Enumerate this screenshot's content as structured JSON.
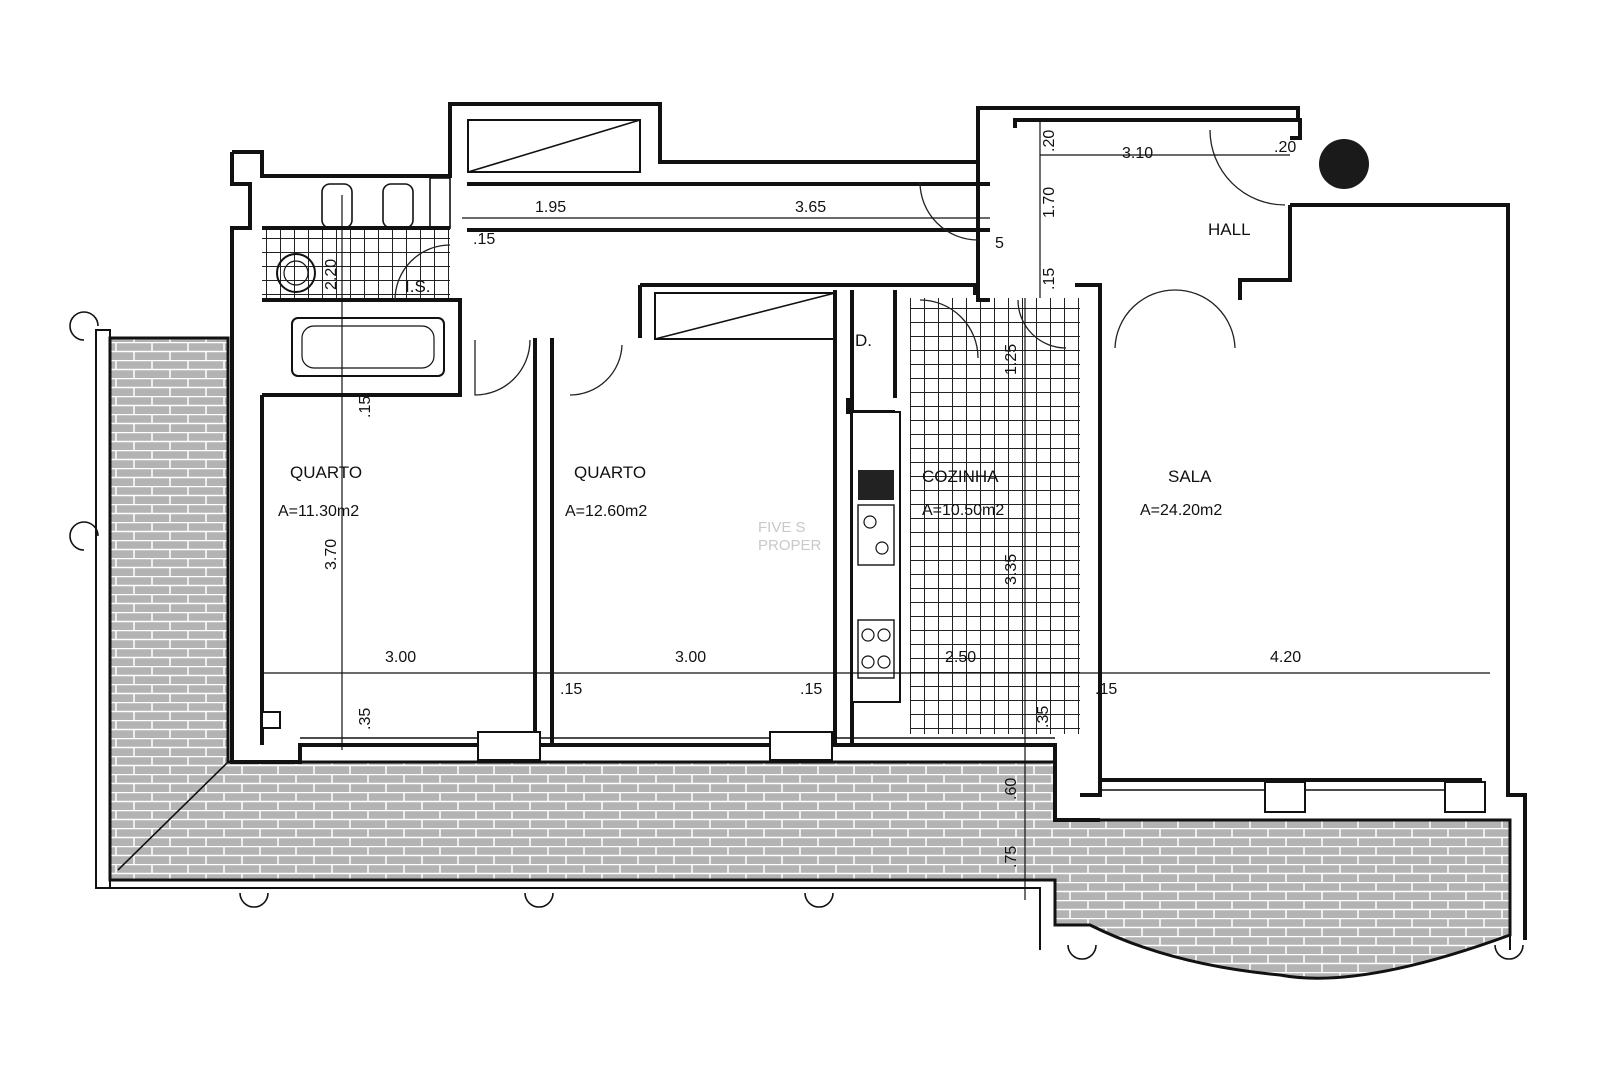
{
  "rooms": [
    {
      "name": "QUARTO",
      "area": "A=11.30m2"
    },
    {
      "name": "QUARTO",
      "area": "A=12.60m2"
    },
    {
      "name": "COZINHA",
      "area": "A=10.50m2"
    },
    {
      "name": "SALA",
      "area": "A=24.20m2"
    },
    {
      "name": "HALL"
    },
    {
      "name": "I.S."
    },
    {
      "name": "D."
    }
  ],
  "dimensions": {
    "corridor_left": "1.95",
    "corridor_right": "3.65",
    "hall_width": "3.10",
    "hall_gap_left": ".20",
    "hall_gap_right": ".20",
    "hall_height": "1.70",
    "hall_wall": ".15",
    "corridor_wall": ".15",
    "corridor_end": "5",
    "bath_width": "2.20",
    "bath_wall": ".15",
    "kitchen_top": "1.25",
    "q1_height": "3.70",
    "kitchen_height": "3.35",
    "q1_width": "3.00",
    "q2_width": "3.00",
    "kitchen_width": "2.50",
    "sala_width": "4.20",
    "wall_q2_left": ".15",
    "wall_q2_right": ".15",
    "wall_sala": ".15",
    "q1_bottom": ".35",
    "kitchen_bottom": ".35",
    "terrace_a": ".60",
    "terrace_b": ".75"
  },
  "watermark": {
    "line1": "FIVE S",
    "line2": "PROPER"
  },
  "colors": {
    "terrace_fill": "#b3b3b3",
    "wall": "#111111",
    "dot": "#1a1a1a"
  }
}
